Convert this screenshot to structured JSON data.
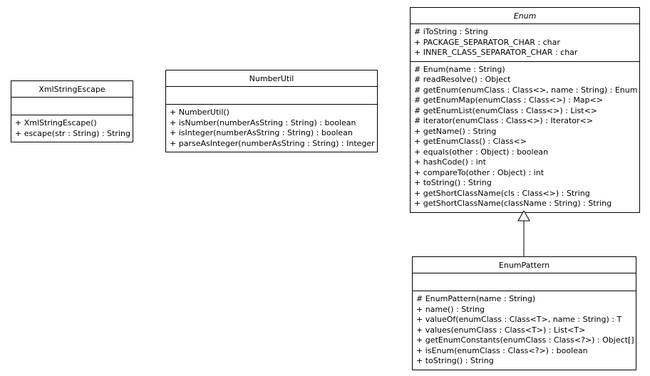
{
  "diagram": {
    "kind": "uml-class-diagram",
    "classes": [
      {
        "name": "XmlStringEscape",
        "abstract": false,
        "attributes": [],
        "methods": [
          "+ XmlStringEscape()",
          "+ escape(str : String) : String"
        ]
      },
      {
        "name": "NumberUtil",
        "abstract": false,
        "attributes": [],
        "methods": [
          "+ NumberUtil()",
          "+ isNumber(numberAsString : String) : boolean",
          "+ isInteger(numberAsString : String) : boolean",
          "+ parseAsInteger(numberAsString : String) : Integer"
        ]
      },
      {
        "name": "Enum",
        "abstract": true,
        "attributes": [
          "# iToString : String",
          "+ PACKAGE_SEPARATOR_CHAR : char",
          "+ INNER_CLASS_SEPARATOR_CHAR : char"
        ],
        "methods": [
          "# Enum(name : String)",
          "# readResolve() : Object",
          "# getEnum(enumClass : Class<>, name : String) : Enum",
          "# getEnumMap(enumClass : Class<>) : Map<>",
          "# getEnumList(enumClass : Class<>) : List<>",
          "# iterator(enumClass : Class<>) : Iterator<>",
          "+ getName() : String",
          "+ getEnumClass() : Class<>",
          "+ equals(other : Object) : boolean",
          "+ hashCode() : int",
          "+ compareTo(other : Object) : int",
          "+ toString() : String",
          "+ getShortClassName(cls : Class<>) : String",
          "+ getShortClassName(className : String) : String"
        ]
      },
      {
        "name": "EnumPattern",
        "abstract": false,
        "attributes": [],
        "methods": [
          "# EnumPattern(name : String)",
          "+ name() : String",
          "+ valueOf(enumClass : Class<T>, name : String) : T",
          "+ values(enumClass : Class<T>) : List<T>",
          "+ getEnumConstants(enumClass : Class<?>) : Object[]",
          "+ isEnum(enumClass : Class<?>) : boolean",
          "+ toString() : String"
        ]
      }
    ],
    "relations": [
      {
        "type": "generalization",
        "from": "EnumPattern",
        "to": "Enum"
      }
    ],
    "colors": {
      "line": "#000000",
      "fill": "#ffffff"
    }
  }
}
